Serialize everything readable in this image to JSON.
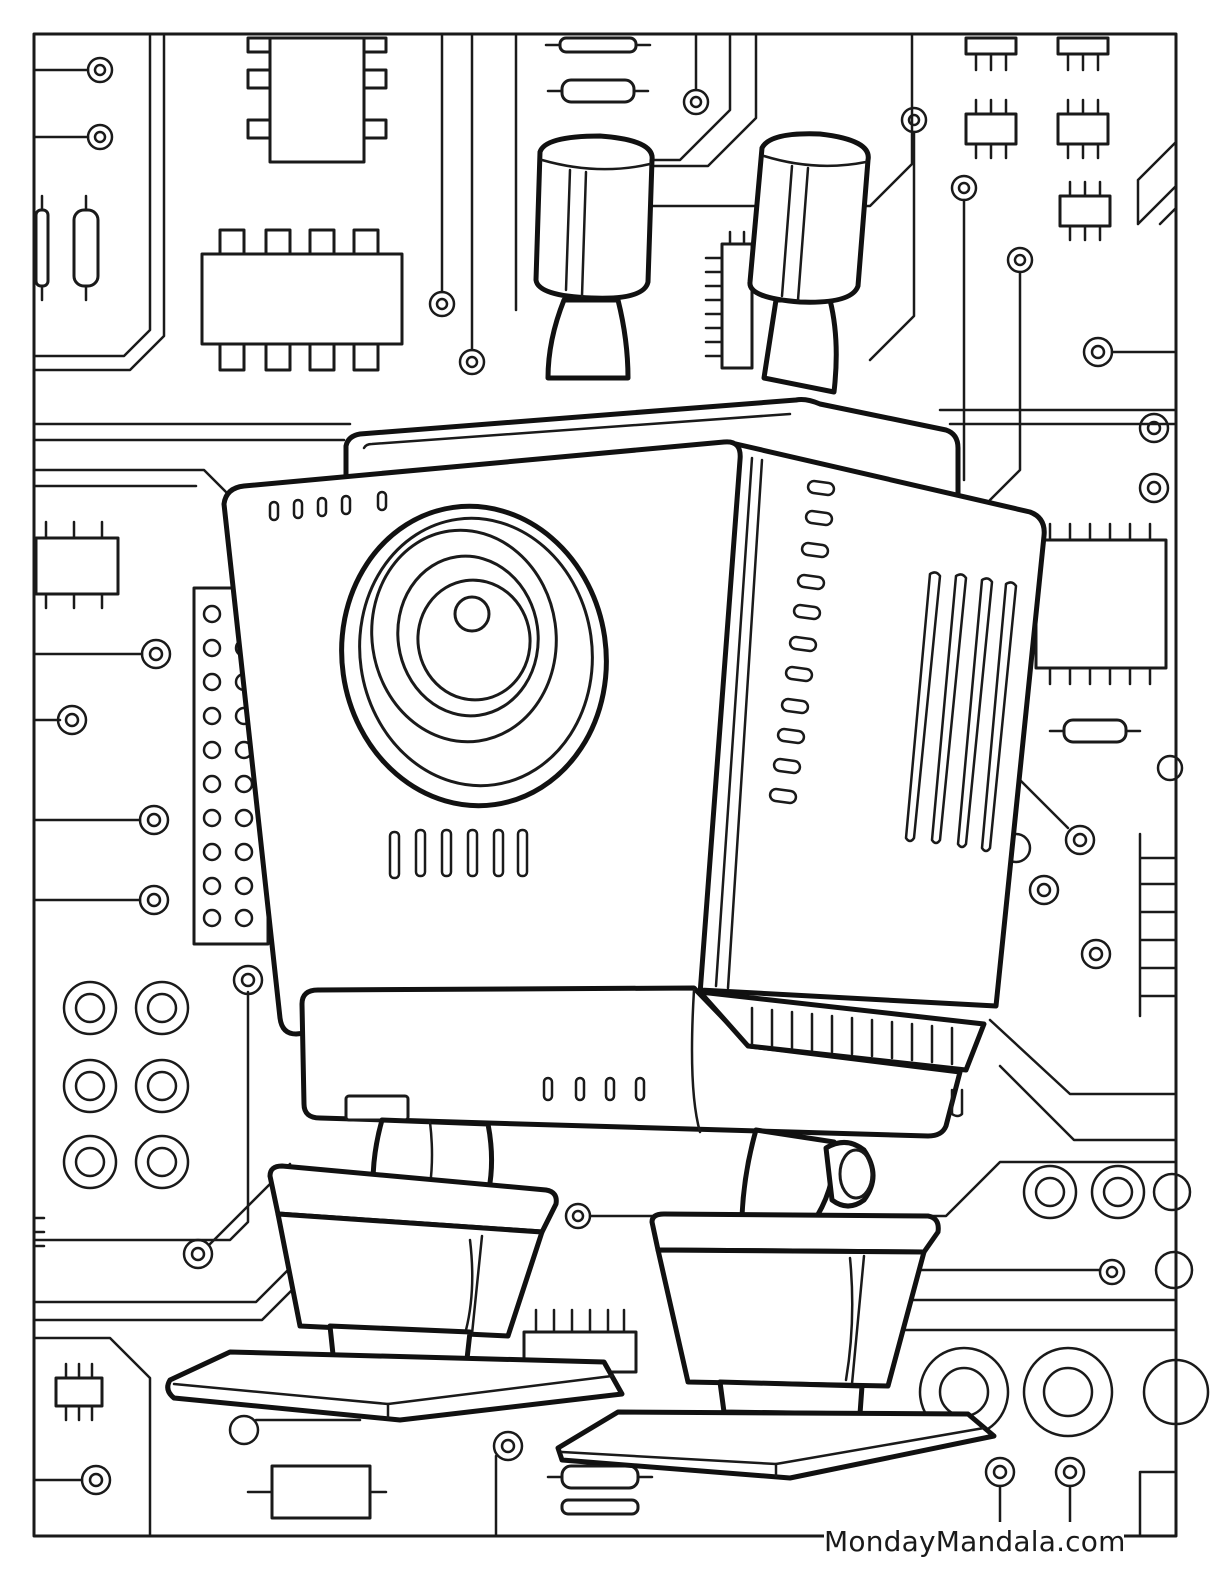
{
  "artwork": {
    "subject": "robot-on-circuit-board",
    "style": "line-art"
  },
  "footer": {
    "watermark": "MondayMandala.com"
  },
  "colors": {
    "line": "#1a1a1a",
    "paper": "#ffffff"
  }
}
